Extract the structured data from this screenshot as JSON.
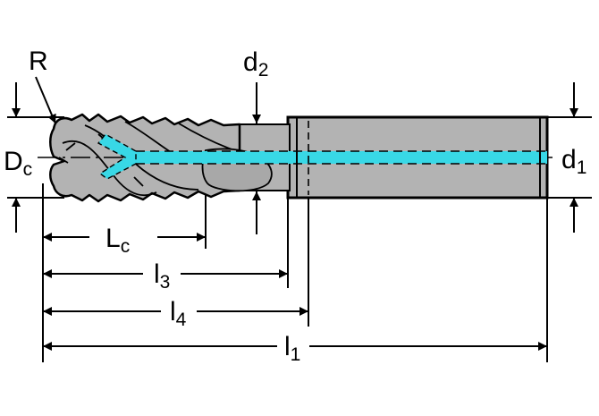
{
  "labels": {
    "radius": "R",
    "neck_diameter": {
      "base": "d",
      "sub": "2"
    },
    "cutting_diameter": {
      "base": "D",
      "sub": "c"
    },
    "shank_diameter": {
      "base": "d",
      "sub": "1"
    },
    "cutting_length": {
      "base": "L",
      "sub": "c"
    },
    "length_3": {
      "base": "l",
      "sub": "3"
    },
    "length_4": {
      "base": "l",
      "sub": "4"
    },
    "overall_length": {
      "base": "l",
      "sub": "1"
    }
  },
  "colors": {
    "body": "#b3b3b3",
    "outline": "#000000",
    "coolant": "#38d8e6",
    "background": "#ffffff"
  }
}
